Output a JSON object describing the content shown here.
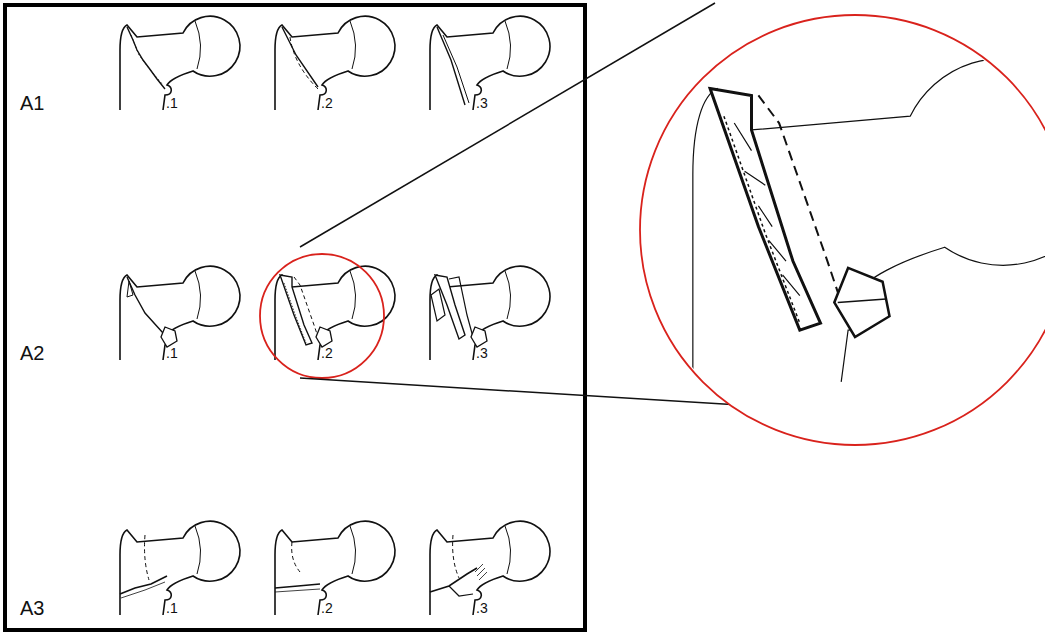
{
  "diagram": {
    "labels": [
      "A1",
      ".1",
      ".2",
      ".3",
      "A2",
      ".1",
      ".2",
      ".3",
      "A3",
      ".1",
      ".2",
      ".3"
    ]
  }
}
